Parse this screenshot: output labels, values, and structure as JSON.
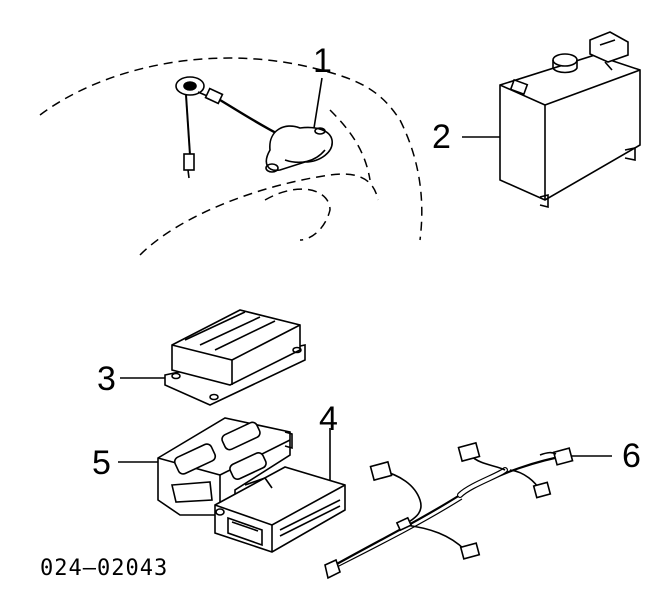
{
  "diagram": {
    "callouts": [
      "1",
      "2",
      "3",
      "4",
      "5",
      "6"
    ],
    "part_code": "024–02043"
  },
  "colors": {
    "ink": "#000000",
    "paper": "#ffffff",
    "shade": "#d9d9d9"
  }
}
